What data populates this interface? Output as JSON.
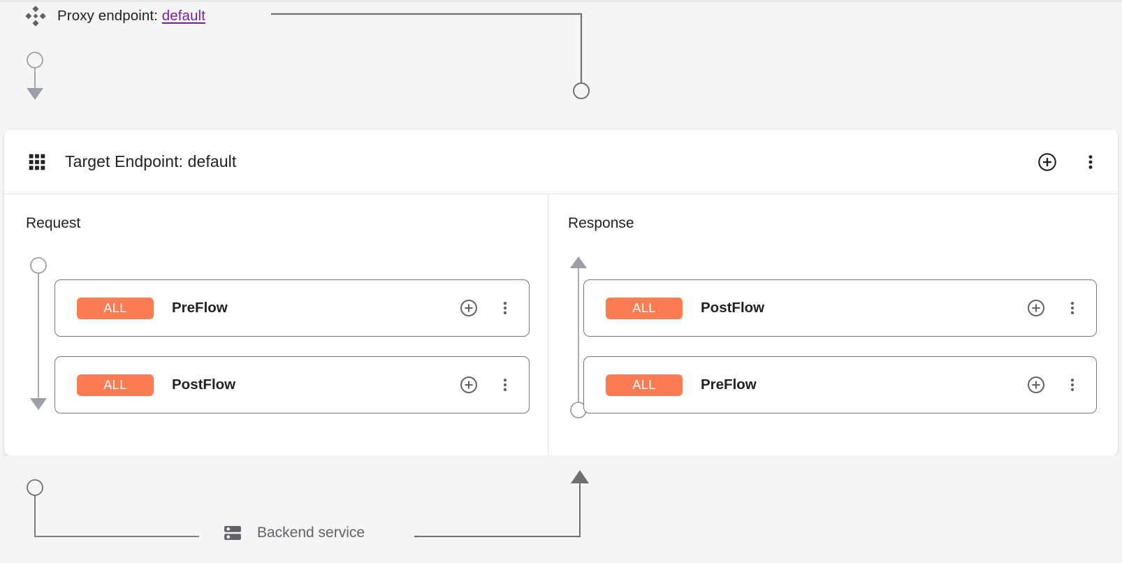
{
  "proxy": {
    "icon": "proxy-diamond-icon",
    "label_prefix": "Proxy endpoint:",
    "link_text": "default",
    "link_color": "#7b1fa2"
  },
  "target_card": {
    "icon": "grid-dots-icon",
    "title": "Target Endpoint: default",
    "actions": [
      {
        "name": "add-policy-button",
        "icon": "plus-circle-icon"
      },
      {
        "name": "more-options-button",
        "icon": "more-vert-icon"
      }
    ]
  },
  "columns": [
    {
      "key": "request",
      "title": "Request",
      "flow_direction": "down",
      "rows": [
        {
          "badge": "ALL",
          "badge_color": "#fb7b52",
          "label": "PreFlow",
          "actions": [
            {
              "name": "add-step-button",
              "icon": "plus-circle-icon"
            },
            {
              "name": "row-more-options-button",
              "icon": "more-vert-icon"
            }
          ]
        },
        {
          "badge": "ALL",
          "badge_color": "#fb7b52",
          "label": "PostFlow",
          "actions": [
            {
              "name": "add-step-button",
              "icon": "plus-circle-icon"
            },
            {
              "name": "row-more-options-button",
              "icon": "more-vert-icon"
            }
          ]
        }
      ]
    },
    {
      "key": "response",
      "title": "Response",
      "flow_direction": "up",
      "rows": [
        {
          "badge": "ALL",
          "badge_color": "#fb7b52",
          "label": "PostFlow",
          "actions": [
            {
              "name": "add-step-button",
              "icon": "plus-circle-icon"
            },
            {
              "name": "row-more-options-button",
              "icon": "more-vert-icon"
            }
          ]
        },
        {
          "badge": "ALL",
          "badge_color": "#fb7b52",
          "label": "PreFlow",
          "actions": [
            {
              "name": "add-step-button",
              "icon": "plus-circle-icon"
            },
            {
              "name": "row-more-options-button",
              "icon": "more-vert-icon"
            }
          ]
        }
      ]
    }
  ],
  "backend": {
    "icon": "server-stack-icon",
    "label": "Backend service"
  },
  "colors": {
    "page_background": "#f5f5f5",
    "card_background": "#ffffff",
    "badge_orange": "#fb7b52",
    "connector_gray": "#757575",
    "divider": "#e4e4e4",
    "text_primary": "#202124",
    "text_secondary": "#5f6368"
  }
}
